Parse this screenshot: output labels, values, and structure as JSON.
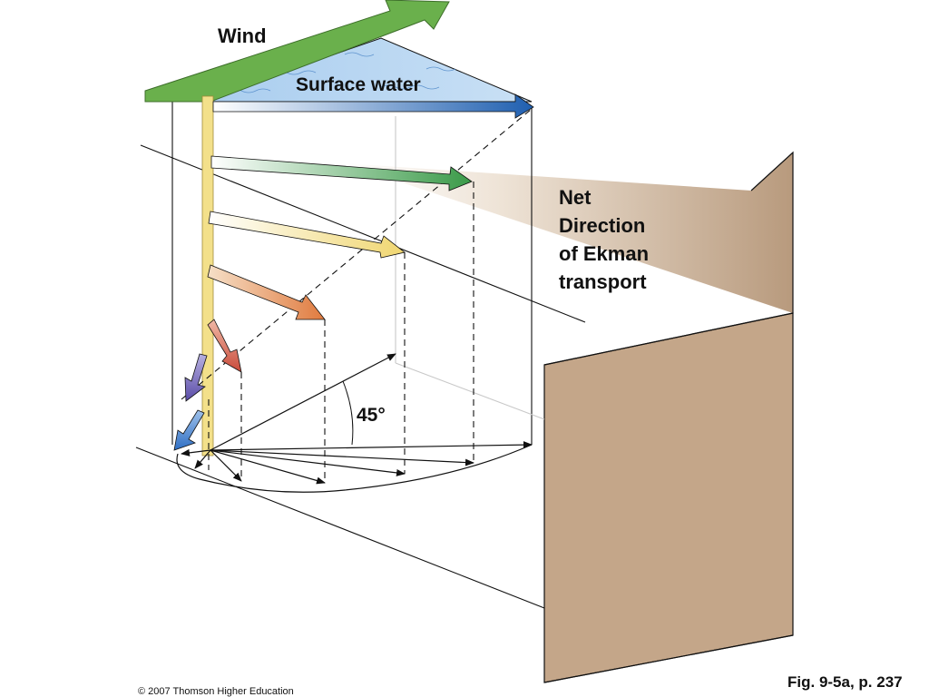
{
  "labels": {
    "wind": "Wind",
    "surface_water": "Surface water",
    "net_direction": [
      "Net",
      "Direction",
      "of Ekman",
      "transport"
    ],
    "angle": "45°"
  },
  "footer": {
    "copyright": "© 2007 Thomson Higher Education",
    "figure_ref": "Fig. 9-5a, p. 237"
  },
  "colors": {
    "wind_arrow": "#6ab04c",
    "surface_water": "#a9cdef",
    "transport_arrow": "#b39374",
    "layer_arrows": [
      "#1f5fb0",
      "#3a9a48",
      "#f0d670",
      "#e07a3e",
      "#c94a3a",
      "#6a5cb0",
      "#3b6fc0"
    ],
    "column": "#f3e08a"
  }
}
